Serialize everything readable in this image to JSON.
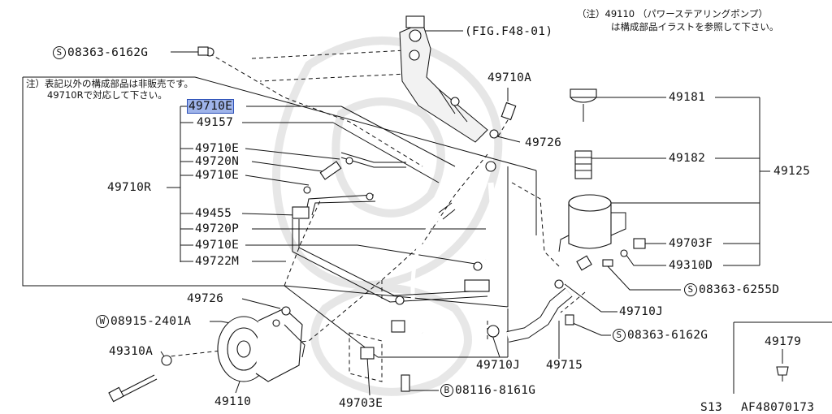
{
  "notes": {
    "top_right_line1": "（注）49110 （パワーステアリングポンプ）",
    "top_right_line2": "は構成部品イラストを参照して下さい。",
    "box_line1": "注）表記以外の構成部品は非販売です。",
    "box_line2": "49710Rで対応して下さい。"
  },
  "labels": {
    "s08363_top": "08363-6162G",
    "fig_ref": "(FIG.F48-01)",
    "p49710A": "49710A",
    "p49710E_hl": "49710E",
    "p49157": "49157",
    "p49710E_2": "49710E",
    "p49720N": "49720N",
    "p49710E_3": "49710E",
    "p49710R": "49710R",
    "p49455": "49455",
    "p49720P": "49720P",
    "p49710E_4": "49710E",
    "p49722M": "49722M",
    "p49726_top": "49726",
    "p49181": "49181",
    "p49182": "49182",
    "p49125": "49125",
    "p49703F": "49703F",
    "p49310D": "49310D",
    "s08363_6255D": "08363-6255D",
    "p49710J_right": "49710J",
    "s08363_bottom": "08363-6162G",
    "p49726_left": "49726",
    "w08915": "08915-2401A",
    "p49310A": "49310A",
    "p49110": "49110",
    "p49703E": "49703E",
    "b08116": "08116-8161G",
    "p49710J_bottom": "49710J",
    "p49715": "49715",
    "p49179": "49179",
    "footer_model": "S13",
    "footer_code": "AF48070173"
  },
  "symbols": {
    "s": "S",
    "w": "W",
    "b": "B"
  },
  "colors": {
    "highlight_fill": "#9fb4ea",
    "highlight_border": "#2e52b8",
    "line": "#111111"
  }
}
